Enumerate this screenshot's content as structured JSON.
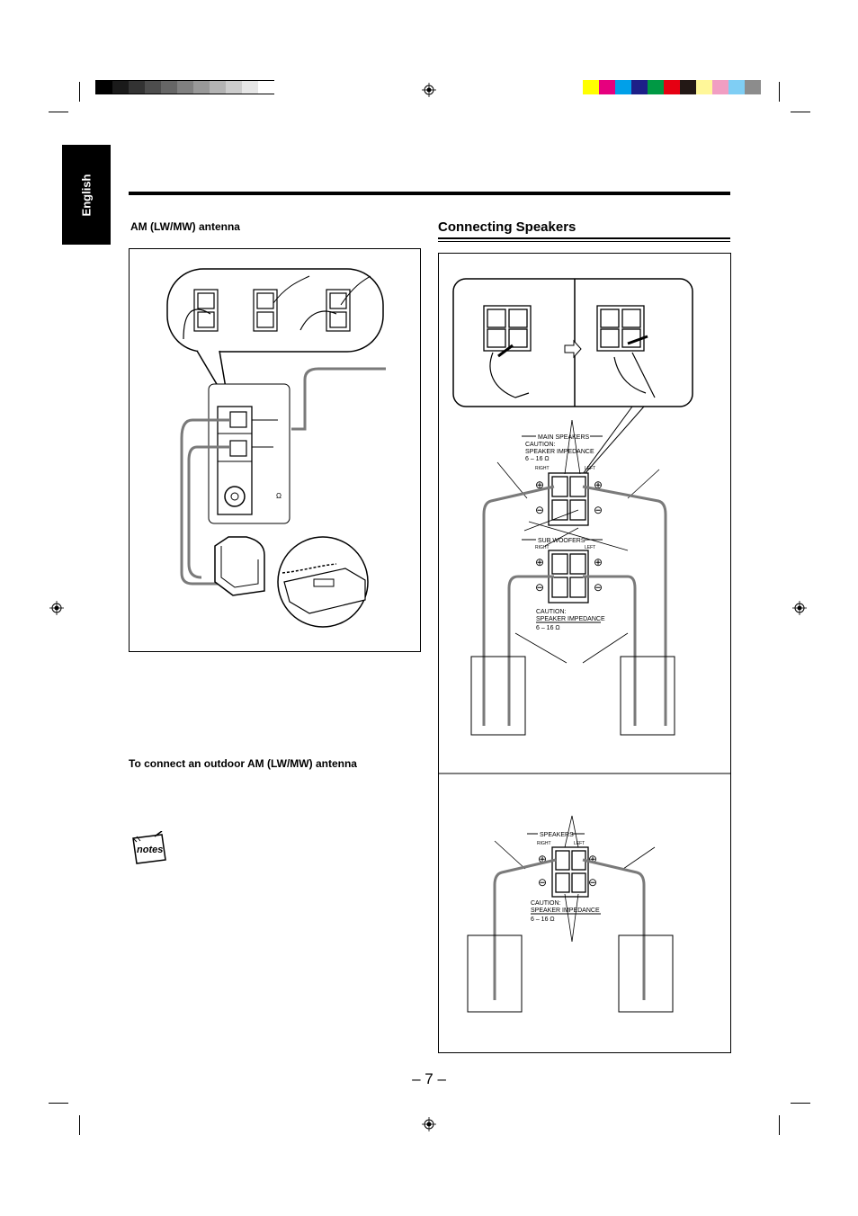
{
  "side_tab": {
    "label": "English"
  },
  "am_section": {
    "title": "AM (LW/MW) antenna",
    "ohm_symbol": "Ω"
  },
  "speakers_section": {
    "title": "Connecting Speakers",
    "main_speakers_label": "MAIN SPEAKERS",
    "sub_woofers_label": "SUB WOOFERS",
    "speakers_label": "SPEAKERS",
    "right_label": "RIGHT",
    "left_label": "LEFT",
    "caution_line1": "CAUTION:",
    "caution_line2": "SPEAKER IMPEDANCE",
    "caution_line3": "6 – 16 Ω",
    "plus_symbol": "⊕",
    "minus_symbol": "⊖"
  },
  "outdoor_title": "To connect an outdoor AM (LW/MW) antenna",
  "notes_icon_text": "notes",
  "page_number": "– 7 –",
  "colors": {
    "grayscale": [
      "#000000",
      "#1a1a1a",
      "#333333",
      "#4d4d4d",
      "#666666",
      "#808080",
      "#999999",
      "#b3b3b3",
      "#cccccc",
      "#e6e6e6",
      "#ffffff"
    ],
    "color_bar": [
      "#ffff00",
      "#e6007e",
      "#00a0e9",
      "#1d2088",
      "#009944",
      "#e60012",
      "#231815",
      "#fff799",
      "#f19ec2",
      "#7fcef4",
      "#8c8c8c"
    ]
  }
}
